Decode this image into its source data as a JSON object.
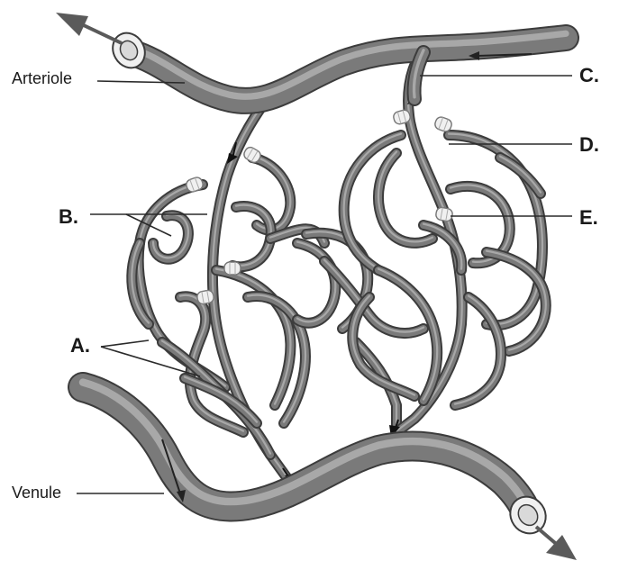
{
  "diagram": {
    "labels": {
      "arteriole": "Arteriole",
      "venule": "Venule",
      "a": "A.",
      "b": "B.",
      "c": "C.",
      "d": "D.",
      "e": "E."
    },
    "colors": {
      "vessel_fill": "#7a7a7a",
      "vessel_edge": "#3c3c3c",
      "vessel_highlight": "#a8a8a8",
      "sphincter": "#f0f0f0",
      "leader": "#2a2a2a",
      "lumen": "#d9d9d9"
    }
  }
}
